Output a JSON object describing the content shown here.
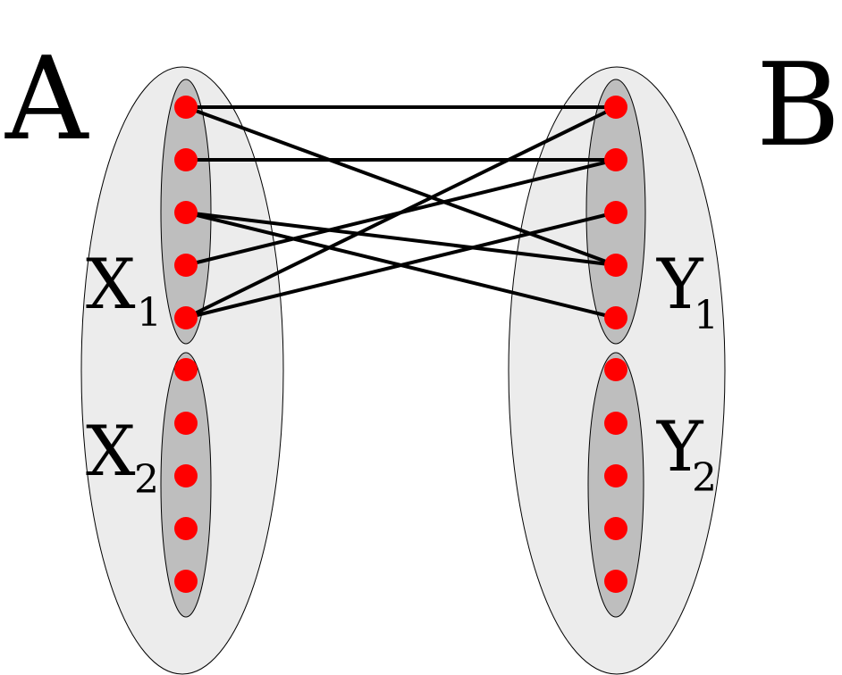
{
  "labels": {
    "A": "A",
    "B": "B",
    "X": "X",
    "Y": "Y",
    "sub1": "1",
    "sub2": "2"
  },
  "colors": {
    "vertex": "#ff0000",
    "subset_fill": "#bebebe",
    "outer_fill": "#ececec",
    "edge": "#000000"
  },
  "edges": [
    {
      "from": "X1-1",
      "to": "Y1-1"
    },
    {
      "from": "X1-1",
      "to": "Y1-4"
    },
    {
      "from": "X1-2",
      "to": "Y1-2"
    },
    {
      "from": "X1-3",
      "to": "Y1-4"
    },
    {
      "from": "X1-3",
      "to": "Y1-5"
    },
    {
      "from": "X1-4",
      "to": "Y1-2"
    },
    {
      "from": "X1-5",
      "to": "Y1-1"
    },
    {
      "from": "X1-5",
      "to": "Y1-3"
    }
  ]
}
